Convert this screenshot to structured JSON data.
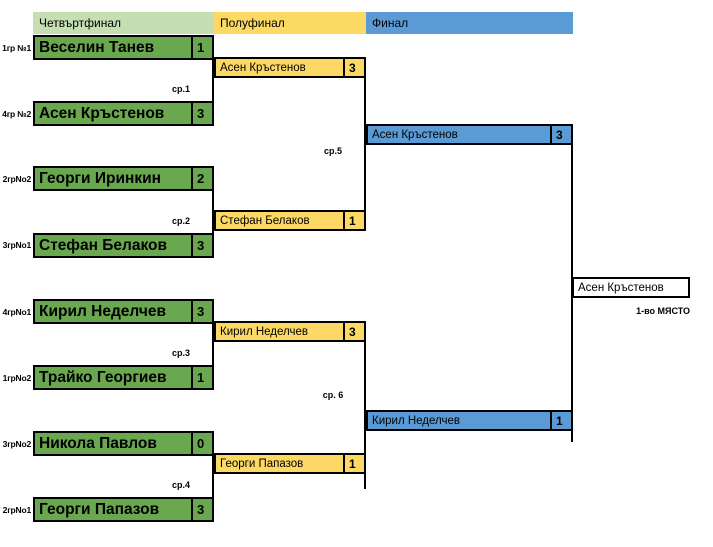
{
  "headers": [
    {
      "label": "Четвъртфинал",
      "color": "#c5dfb3"
    },
    {
      "label": "Полуфинал",
      "color": "#fcd964"
    },
    {
      "label": "Финал",
      "color": "#5b9bd5"
    }
  ],
  "colors": {
    "quarterfinal_slot": "#6aa84f",
    "semifinal_slot": "#fcd964",
    "final_slot": "#5b9bd5",
    "champion_slot": "#ffffff",
    "border": "#000000",
    "background": "#ffffff"
  },
  "seeds": [
    {
      "label": "1гр №1"
    },
    {
      "label": "4гр №2"
    },
    {
      "label": "2грNo2"
    },
    {
      "label": "3грNo1"
    },
    {
      "label": "4грNo1"
    },
    {
      "label": "1грNo2"
    },
    {
      "label": "3грNo2"
    },
    {
      "label": "2грNo1"
    }
  ],
  "quarterfinals": [
    {
      "name": "Веселин Танев",
      "score": "1"
    },
    {
      "name": "Асен Кръстенов",
      "score": "3"
    },
    {
      "name": "Георги Иринкин",
      "score": "2"
    },
    {
      "name": "Стефан Белаков",
      "score": "3"
    },
    {
      "name": "Кирил Неделчев",
      "score": "3"
    },
    {
      "name": "Трайко Георгиев",
      "score": "1"
    },
    {
      "name": "Никола Павлов",
      "score": "0"
    },
    {
      "name": "Георги Папазов",
      "score": "3"
    }
  ],
  "semifinals": [
    {
      "name": "Асен Кръстенов",
      "score": "3"
    },
    {
      "name": "Стефан Белаков",
      "score": "1"
    },
    {
      "name": "Кирил Неделчев",
      "score": "3"
    },
    {
      "name": "Георги Папазов",
      "score": "1"
    }
  ],
  "finals": [
    {
      "name": "Асен Кръстенов",
      "score": "3"
    },
    {
      "name": "Кирил Неделчев",
      "score": "1"
    }
  ],
  "champion": {
    "name": "Асен Кръстенов",
    "place_label": "1-во МЯСТО"
  },
  "match_captions": [
    {
      "label": "ср.1"
    },
    {
      "label": "ср.2"
    },
    {
      "label": "ср.3"
    },
    {
      "label": "ср.4"
    },
    {
      "label": "ср.5"
    },
    {
      "label": "ср. 6"
    }
  ]
}
